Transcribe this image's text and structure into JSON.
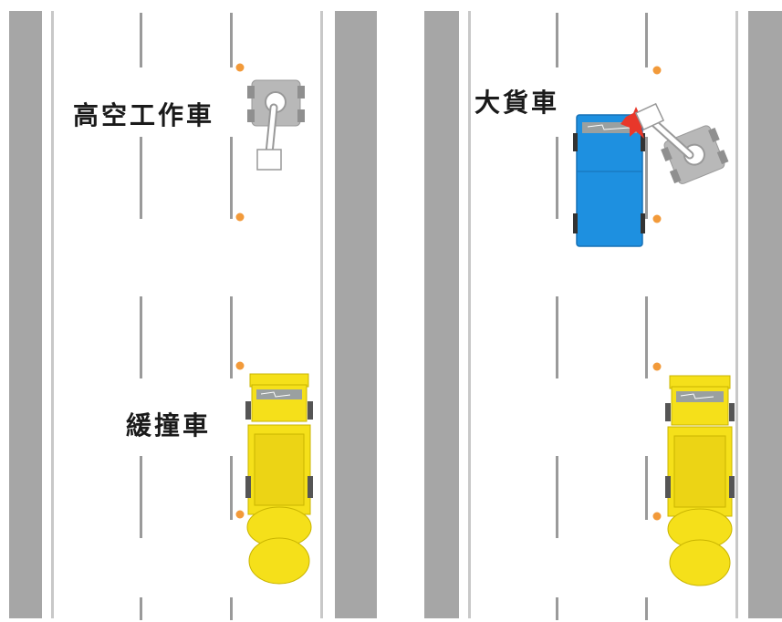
{
  "panels": [
    {
      "id": "before",
      "labels": {
        "aerial_work_vehicle": "高空工作車",
        "buffer_vehicle": "緩撞車"
      }
    },
    {
      "id": "after",
      "labels": {
        "truck": "大貨車"
      }
    }
  ],
  "colors": {
    "road_shoulder": "#a6a6a6",
    "lane_marking": "#9a9a9a",
    "cone": "#f29a3a",
    "aerial_vehicle": "#b8b8b8",
    "buffer_vehicle": "#f5e01a",
    "truck": "#1e90e0",
    "impact": "#e8372a"
  }
}
